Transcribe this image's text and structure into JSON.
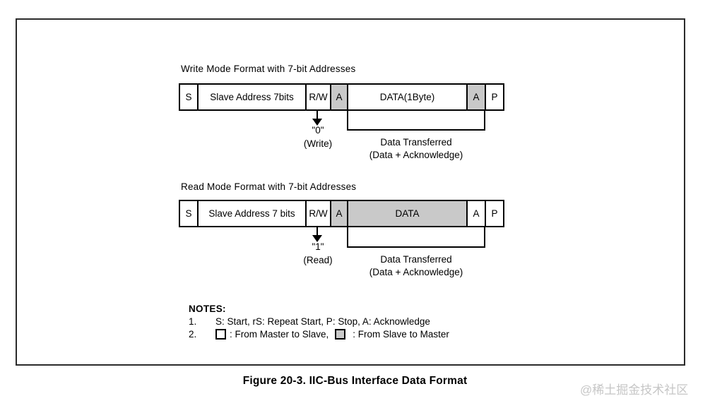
{
  "figure": {
    "caption": "Figure 20-3. IIC-Bus Interface Data Format",
    "watermark": "@稀土掘金技术社区"
  },
  "write_section": {
    "title": "Write Mode Format with 7-bit Addresses",
    "cells": [
      {
        "label": "S",
        "from": "master"
      },
      {
        "label": "Slave Address 7bits",
        "from": "master"
      },
      {
        "label": "R/W",
        "from": "master"
      },
      {
        "label": "A",
        "from": "slave"
      },
      {
        "label": "DATA(1Byte)",
        "from": "master"
      },
      {
        "label": "A",
        "from": "slave"
      },
      {
        "label": "P",
        "from": "master"
      }
    ],
    "rw_bit_value": "\"0\"",
    "rw_bit_mode": "(Write)",
    "transfer_label_line1": "Data Transferred",
    "transfer_label_line2": "(Data + Acknowledge)"
  },
  "read_section": {
    "title": "Read Mode Format with 7-bit Addresses",
    "cells": [
      {
        "label": "S",
        "from": "master"
      },
      {
        "label": "Slave Address 7 bits",
        "from": "master"
      },
      {
        "label": "R/W",
        "from": "master"
      },
      {
        "label": "A",
        "from": "slave"
      },
      {
        "label": "DATA",
        "from": "slave"
      },
      {
        "label": "A",
        "from": "master"
      },
      {
        "label": "P",
        "from": "master"
      }
    ],
    "rw_bit_value": "\"1\"",
    "rw_bit_mode": "(Read)",
    "transfer_label_line1": "Data Transferred",
    "transfer_label_line2": "(Data + Acknowledge)"
  },
  "notes": {
    "heading": "NOTES:",
    "item1": {
      "num": "1.",
      "text": "S: Start, rS: Repeat Start, P: Stop, A: Acknowledge"
    },
    "item2": {
      "num": "2.",
      "master_legend": ": From Master to Slave,",
      "slave_legend": ": From Slave to Master"
    }
  },
  "colors": {
    "slave_fill": "#c9c9c9",
    "master_fill": "#ffffff",
    "line": "#000000",
    "outer_border": "#2b2b2b",
    "watermark": "#c6c6c6"
  }
}
